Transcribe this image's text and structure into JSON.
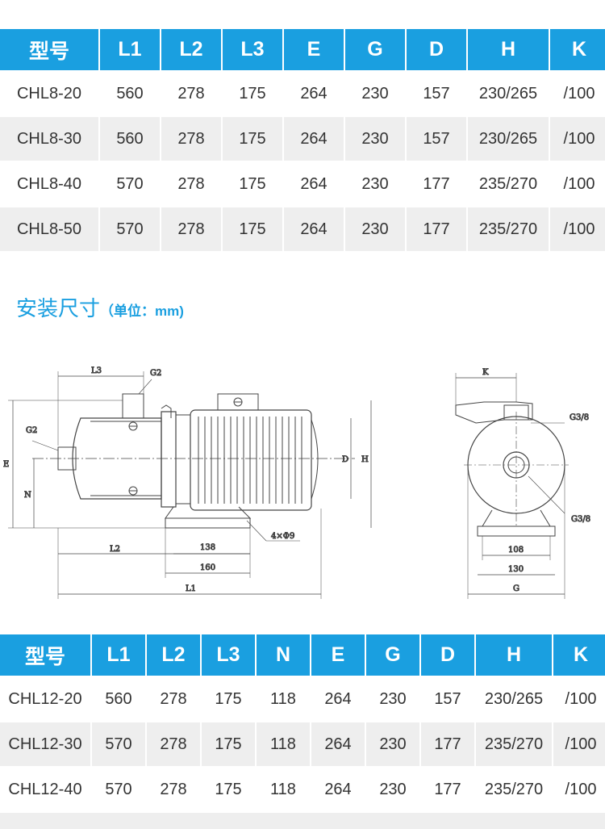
{
  "table1": {
    "headers": [
      "型号",
      "L1",
      "L2",
      "L3",
      "E",
      "G",
      "D",
      "H",
      "K"
    ],
    "rows": [
      [
        "CHL8-20",
        "560",
        "278",
        "175",
        "264",
        "230",
        "157",
        "230/265",
        "/100"
      ],
      [
        "CHL8-30",
        "560",
        "278",
        "175",
        "264",
        "230",
        "157",
        "230/265",
        "/100"
      ],
      [
        "CHL8-40",
        "570",
        "278",
        "175",
        "264",
        "230",
        "177",
        "235/270",
        "/100"
      ],
      [
        "CHL8-50",
        "570",
        "278",
        "175",
        "264",
        "230",
        "177",
        "235/270",
        "/100"
      ]
    ]
  },
  "section": {
    "title": "安装尺寸",
    "unit": "（单位：mm)"
  },
  "drawing": {
    "side_labels": {
      "L3": "L3",
      "G2_top": "G2",
      "G2_left": "G2",
      "E": "E",
      "N": "N",
      "D": "D",
      "H": "H",
      "L2": "L2",
      "d138": "138",
      "d160": "160",
      "L1": "L1",
      "holes": "4×Φ9"
    },
    "front_labels": {
      "K": "K",
      "G38_top": "G3/8",
      "G38_bottom": "G3/8",
      "d108": "108",
      "d130": "130",
      "G": "G"
    }
  },
  "table2": {
    "headers": [
      "型号",
      "L1",
      "L2",
      "L3",
      "N",
      "E",
      "G",
      "D",
      "H",
      "K"
    ],
    "rows": [
      [
        "CHL12-20",
        "560",
        "278",
        "175",
        "118",
        "264",
        "230",
        "157",
        "230/265",
        "/100"
      ],
      [
        "CHL12-30",
        "570",
        "278",
        "175",
        "118",
        "264",
        "230",
        "177",
        "235/270",
        "/100"
      ],
      [
        "CHL12-40",
        "570",
        "278",
        "175",
        "118",
        "264",
        "230",
        "177",
        "235/270",
        "/100"
      ]
    ]
  },
  "colors": {
    "accent": "#1a9fe0",
    "row_alt": "#eeeeee",
    "text": "#333333"
  }
}
